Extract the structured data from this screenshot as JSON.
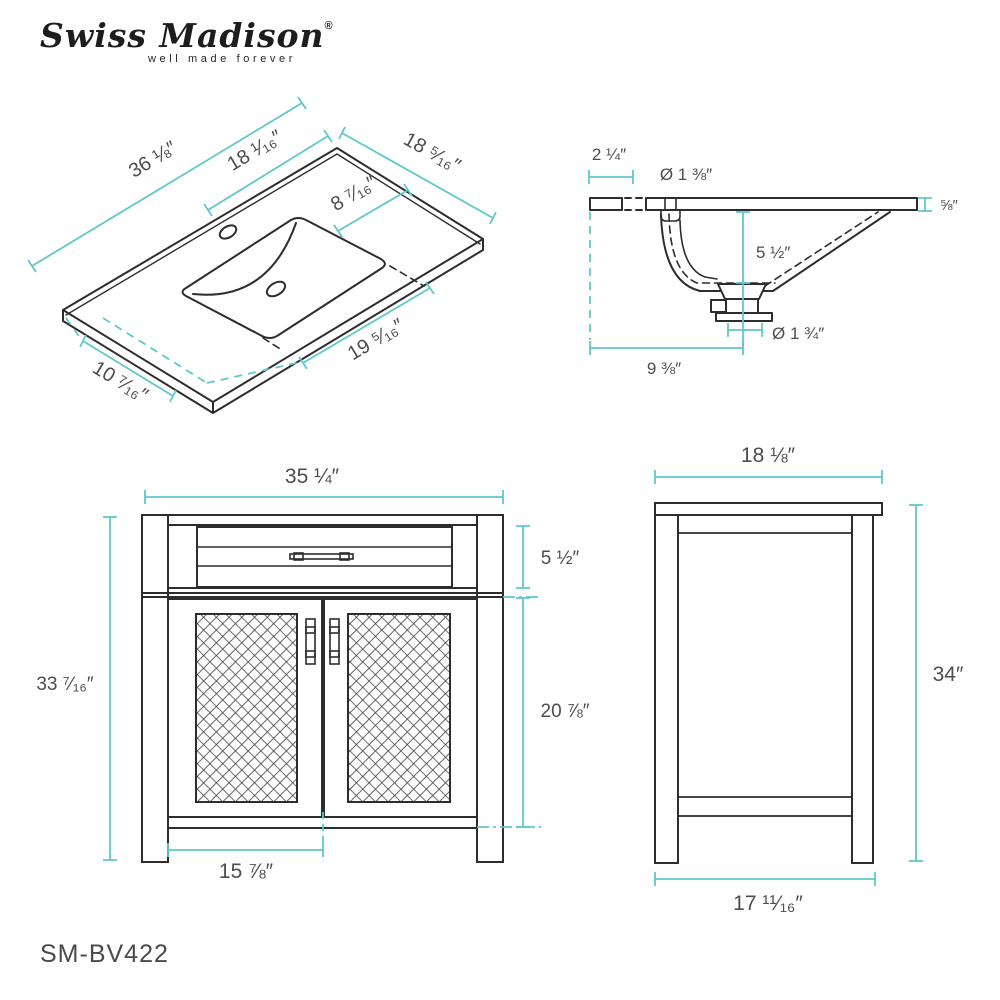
{
  "brand": {
    "name": "Swiss Madison",
    "registered": "®",
    "tagline": "well made forever"
  },
  "model_number": "SM-BV422",
  "colors": {
    "dimension_line": "#5EC8CB",
    "drawing_line": "#2D2D2D",
    "label_text": "#4D4D4D"
  },
  "views": {
    "countertop": {
      "name": "countertop-isometric-view",
      "dims": [
        {
          "name": "overall-width",
          "label": "36 ⅛″"
        },
        {
          "name": "faucet-center-from-left",
          "label": "18 ¹⁄₁₆″"
        },
        {
          "name": "overall-depth",
          "label": "18 ⁵⁄₁₆″"
        },
        {
          "name": "basin-edge-to-counter-edge",
          "label": "8 ⁷⁄₁₆″"
        },
        {
          "name": "basin-center-to-right-edge",
          "label": "19 ⁵⁄₁₆″"
        },
        {
          "name": "basin-center-from-front",
          "label": "10 ⁷⁄₁₆″"
        }
      ]
    },
    "sink_section": {
      "name": "sink-cross-section-view",
      "dims": [
        {
          "name": "back-ledge-depth",
          "label": "2 ¼″"
        },
        {
          "name": "faucet-hole-diameter",
          "label": "Ø 1 ⅜″"
        },
        {
          "name": "countertop-thickness",
          "label": "⅝″"
        },
        {
          "name": "basin-depth",
          "label": "5 ½″"
        },
        {
          "name": "drain-diameter",
          "label": "Ø 1 ¾″"
        },
        {
          "name": "drain-center-from-back",
          "label": "9 ⅜″"
        }
      ]
    },
    "front": {
      "name": "vanity-front-view",
      "dims": [
        {
          "name": "cabinet-width",
          "label": "35 ¼″"
        },
        {
          "name": "cabinet-height",
          "label": "33 ⁷⁄₁₆″"
        },
        {
          "name": "drawer-height",
          "label": "5 ½″"
        },
        {
          "name": "door-height",
          "label": "20 ⅞″"
        },
        {
          "name": "door-width",
          "label": "15 ⅞″"
        }
      ]
    },
    "side": {
      "name": "vanity-side-view",
      "dims": [
        {
          "name": "top-depth",
          "label": "18 ⅛″"
        },
        {
          "name": "overall-height",
          "label": "34″"
        },
        {
          "name": "base-depth",
          "label": "17 ¹¹⁄₁₆″"
        }
      ]
    }
  }
}
